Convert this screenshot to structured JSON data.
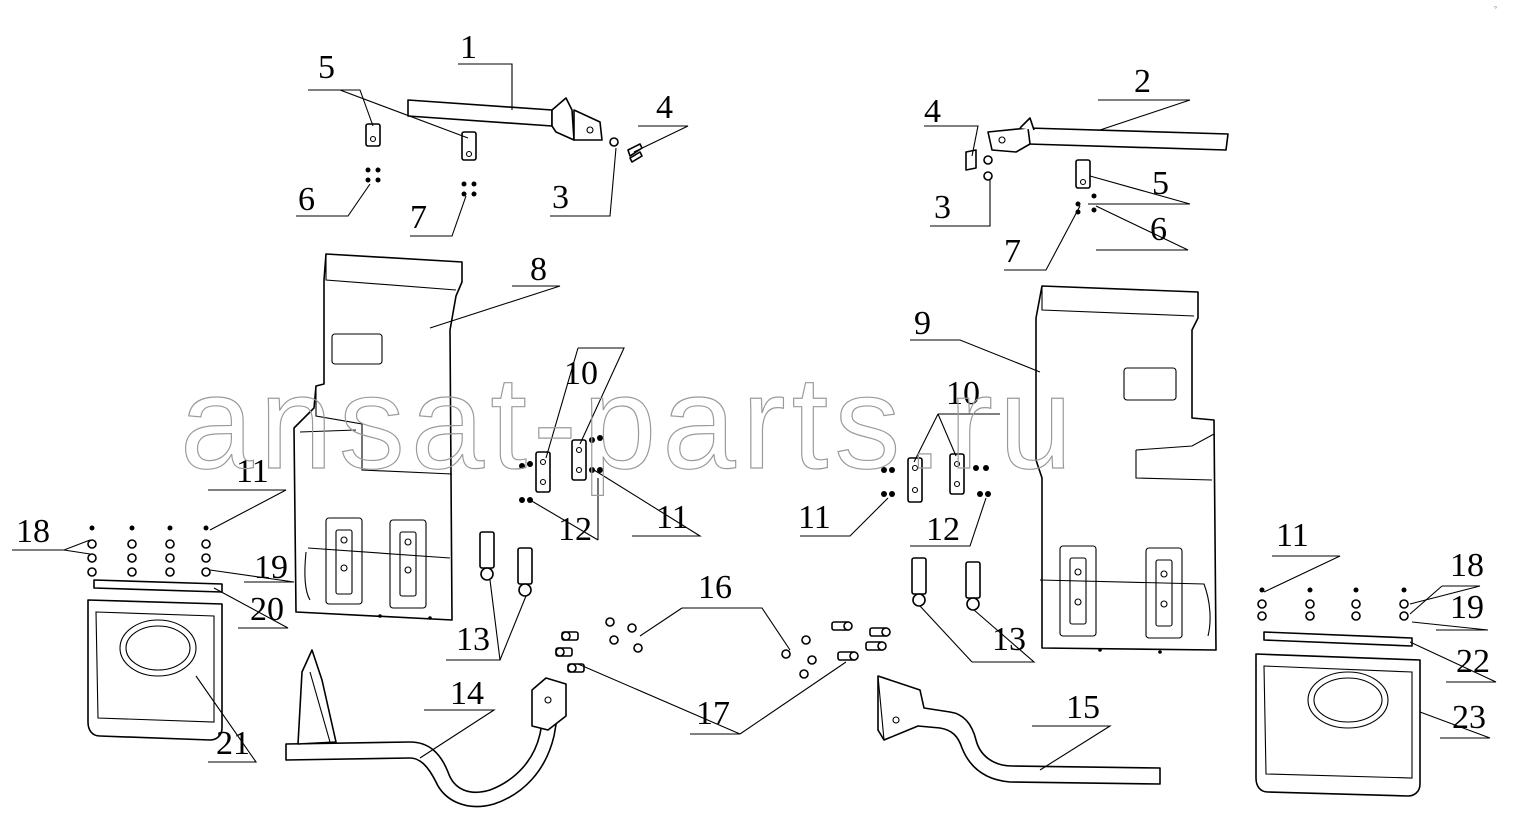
{
  "watermark": "ansat-parts.ru",
  "corner_mark": "°",
  "callouts": [
    {
      "id": "c1",
      "text": "1"
    },
    {
      "id": "c2",
      "text": "2"
    },
    {
      "id": "c3a",
      "text": "3"
    },
    {
      "id": "c3b",
      "text": "3"
    },
    {
      "id": "c4a",
      "text": "4"
    },
    {
      "id": "c4b",
      "text": "4"
    },
    {
      "id": "c5a",
      "text": "5"
    },
    {
      "id": "c5b",
      "text": "5"
    },
    {
      "id": "c6a",
      "text": "6"
    },
    {
      "id": "c6b",
      "text": "6"
    },
    {
      "id": "c7a",
      "text": "7"
    },
    {
      "id": "c7b",
      "text": "7"
    },
    {
      "id": "c8",
      "text": "8"
    },
    {
      "id": "c9",
      "text": "9"
    },
    {
      "id": "c10a",
      "text": "10"
    },
    {
      "id": "c10b",
      "text": "10"
    },
    {
      "id": "c11a",
      "text": "11"
    },
    {
      "id": "c11b",
      "text": "11"
    },
    {
      "id": "c11c",
      "text": "11"
    },
    {
      "id": "c11d",
      "text": "11"
    },
    {
      "id": "c12a",
      "text": "12"
    },
    {
      "id": "c12b",
      "text": "12"
    },
    {
      "id": "c13a",
      "text": "13"
    },
    {
      "id": "c13b",
      "text": "13"
    },
    {
      "id": "c14",
      "text": "14"
    },
    {
      "id": "c15",
      "text": "15"
    },
    {
      "id": "c16",
      "text": "16"
    },
    {
      "id": "c17",
      "text": "17"
    },
    {
      "id": "c18a",
      "text": "18"
    },
    {
      "id": "c18b",
      "text": "18"
    },
    {
      "id": "c19a",
      "text": "19"
    },
    {
      "id": "c19b",
      "text": "19"
    },
    {
      "id": "c20",
      "text": "20"
    },
    {
      "id": "c21",
      "text": "21"
    },
    {
      "id": "c22",
      "text": "22"
    },
    {
      "id": "c23",
      "text": "23"
    }
  ]
}
